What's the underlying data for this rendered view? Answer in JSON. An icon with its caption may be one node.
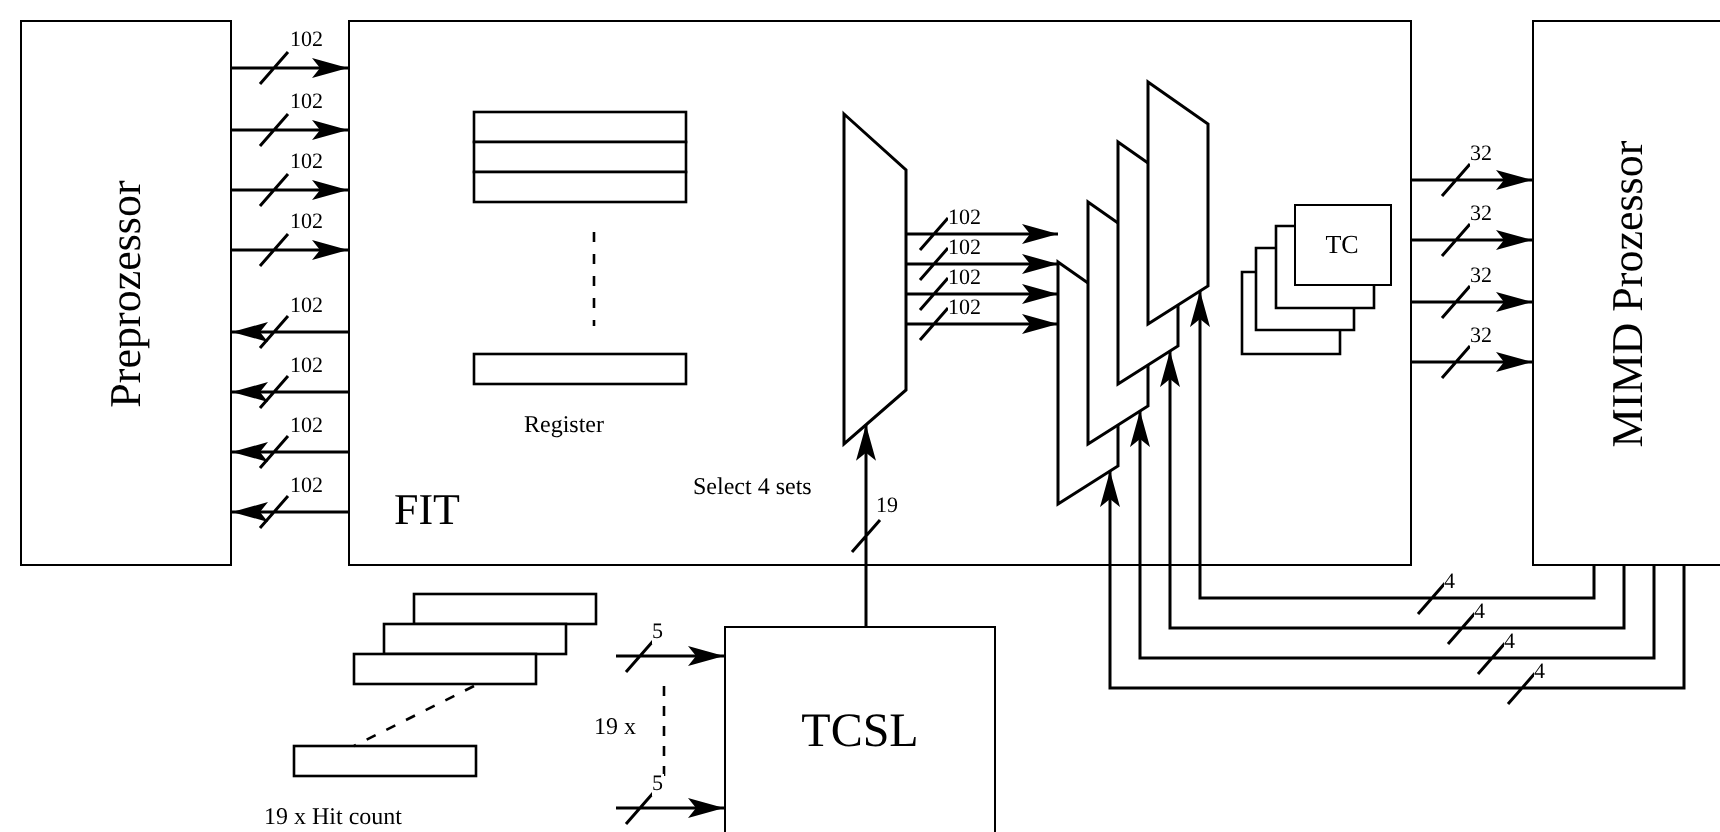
{
  "diagram": {
    "nodes": [
      {
        "text": [
          "Preprozessor"
        ]
      },
      {
        "text": [
          "FIT"
        ]
      },
      {
        "text": [],
        "shape": "trapezoid",
        "in": 1,
        "beside": [
          "Select 4 sets"
        ]
      },
      {
        "text": [],
        "shape": "trapezoid",
        "in": 1
      },
      {
        "text": [],
        "shape": "trapezoid",
        "in": 1
      },
      {
        "text": [],
        "shape": "trapezoid",
        "in": 1
      },
      {
        "text": [],
        "shape": "trapezoid",
        "in": 1
      },
      {
        "text": [
          "TC"
        ],
        "in": 1
      },
      {
        "text": [
          "MIMD Prozessor"
        ]
      },
      {
        "text": [
          "TCSL"
        ]
      }
    ],
    "edges": [
      {
        "from": 0,
        "to": 1,
        "arrow": "to",
        "label": "102"
      },
      {
        "from": 0,
        "to": 1,
        "arrow": "to",
        "label": "102"
      },
      {
        "from": 0,
        "to": 1,
        "arrow": "to",
        "label": "102"
      },
      {
        "from": 0,
        "to": 1,
        "arrow": "to",
        "label": "102"
      },
      {
        "from": 1,
        "to": 0,
        "arrow": "to",
        "label": "102"
      },
      {
        "from": 1,
        "to": 0,
        "arrow": "to",
        "label": "102"
      },
      {
        "from": 1,
        "to": 0,
        "arrow": "to",
        "label": "102"
      },
      {
        "from": 1,
        "to": 0,
        "arrow": "to",
        "label": "102"
      },
      {
        "from": 2,
        "to": 3,
        "arrow": "to",
        "label": "102"
      },
      {
        "from": 2,
        "to": 3,
        "arrow": "to",
        "label": "102"
      },
      {
        "from": 2,
        "to": 3,
        "arrow": "to",
        "label": "102"
      },
      {
        "from": 2,
        "to": 3,
        "arrow": "to",
        "label": "102"
      },
      {
        "from": 9,
        "to": 2,
        "arrow": "to",
        "label": "19"
      },
      {
        "from": 1,
        "to": 8,
        "arrow": "to",
        "label": "32"
      },
      {
        "from": 1,
        "to": 8,
        "arrow": "to",
        "label": "32"
      },
      {
        "from": 1,
        "to": 8,
        "arrow": "to",
        "label": "32"
      },
      {
        "from": 1,
        "to": 8,
        "arrow": "to",
        "label": "32"
      },
      {
        "from": 8,
        "to": 6,
        "arrow": "to",
        "label": "4"
      },
      {
        "from": 8,
        "to": 5,
        "arrow": "to",
        "label": "4"
      },
      {
        "from": 8,
        "to": 4,
        "arrow": "to",
        "label": "4"
      },
      {
        "from": 8,
        "to": 3,
        "arrow": "to",
        "label": "4"
      },
      {
        "from": null,
        "to": 9,
        "arrow": "to",
        "label": "5"
      },
      {
        "from": null,
        "to": 9,
        "arrow": "to",
        "label": "5"
      }
    ],
    "labels": [
      "Register",
      "19 x",
      "19 x Hit count"
    ]
  }
}
